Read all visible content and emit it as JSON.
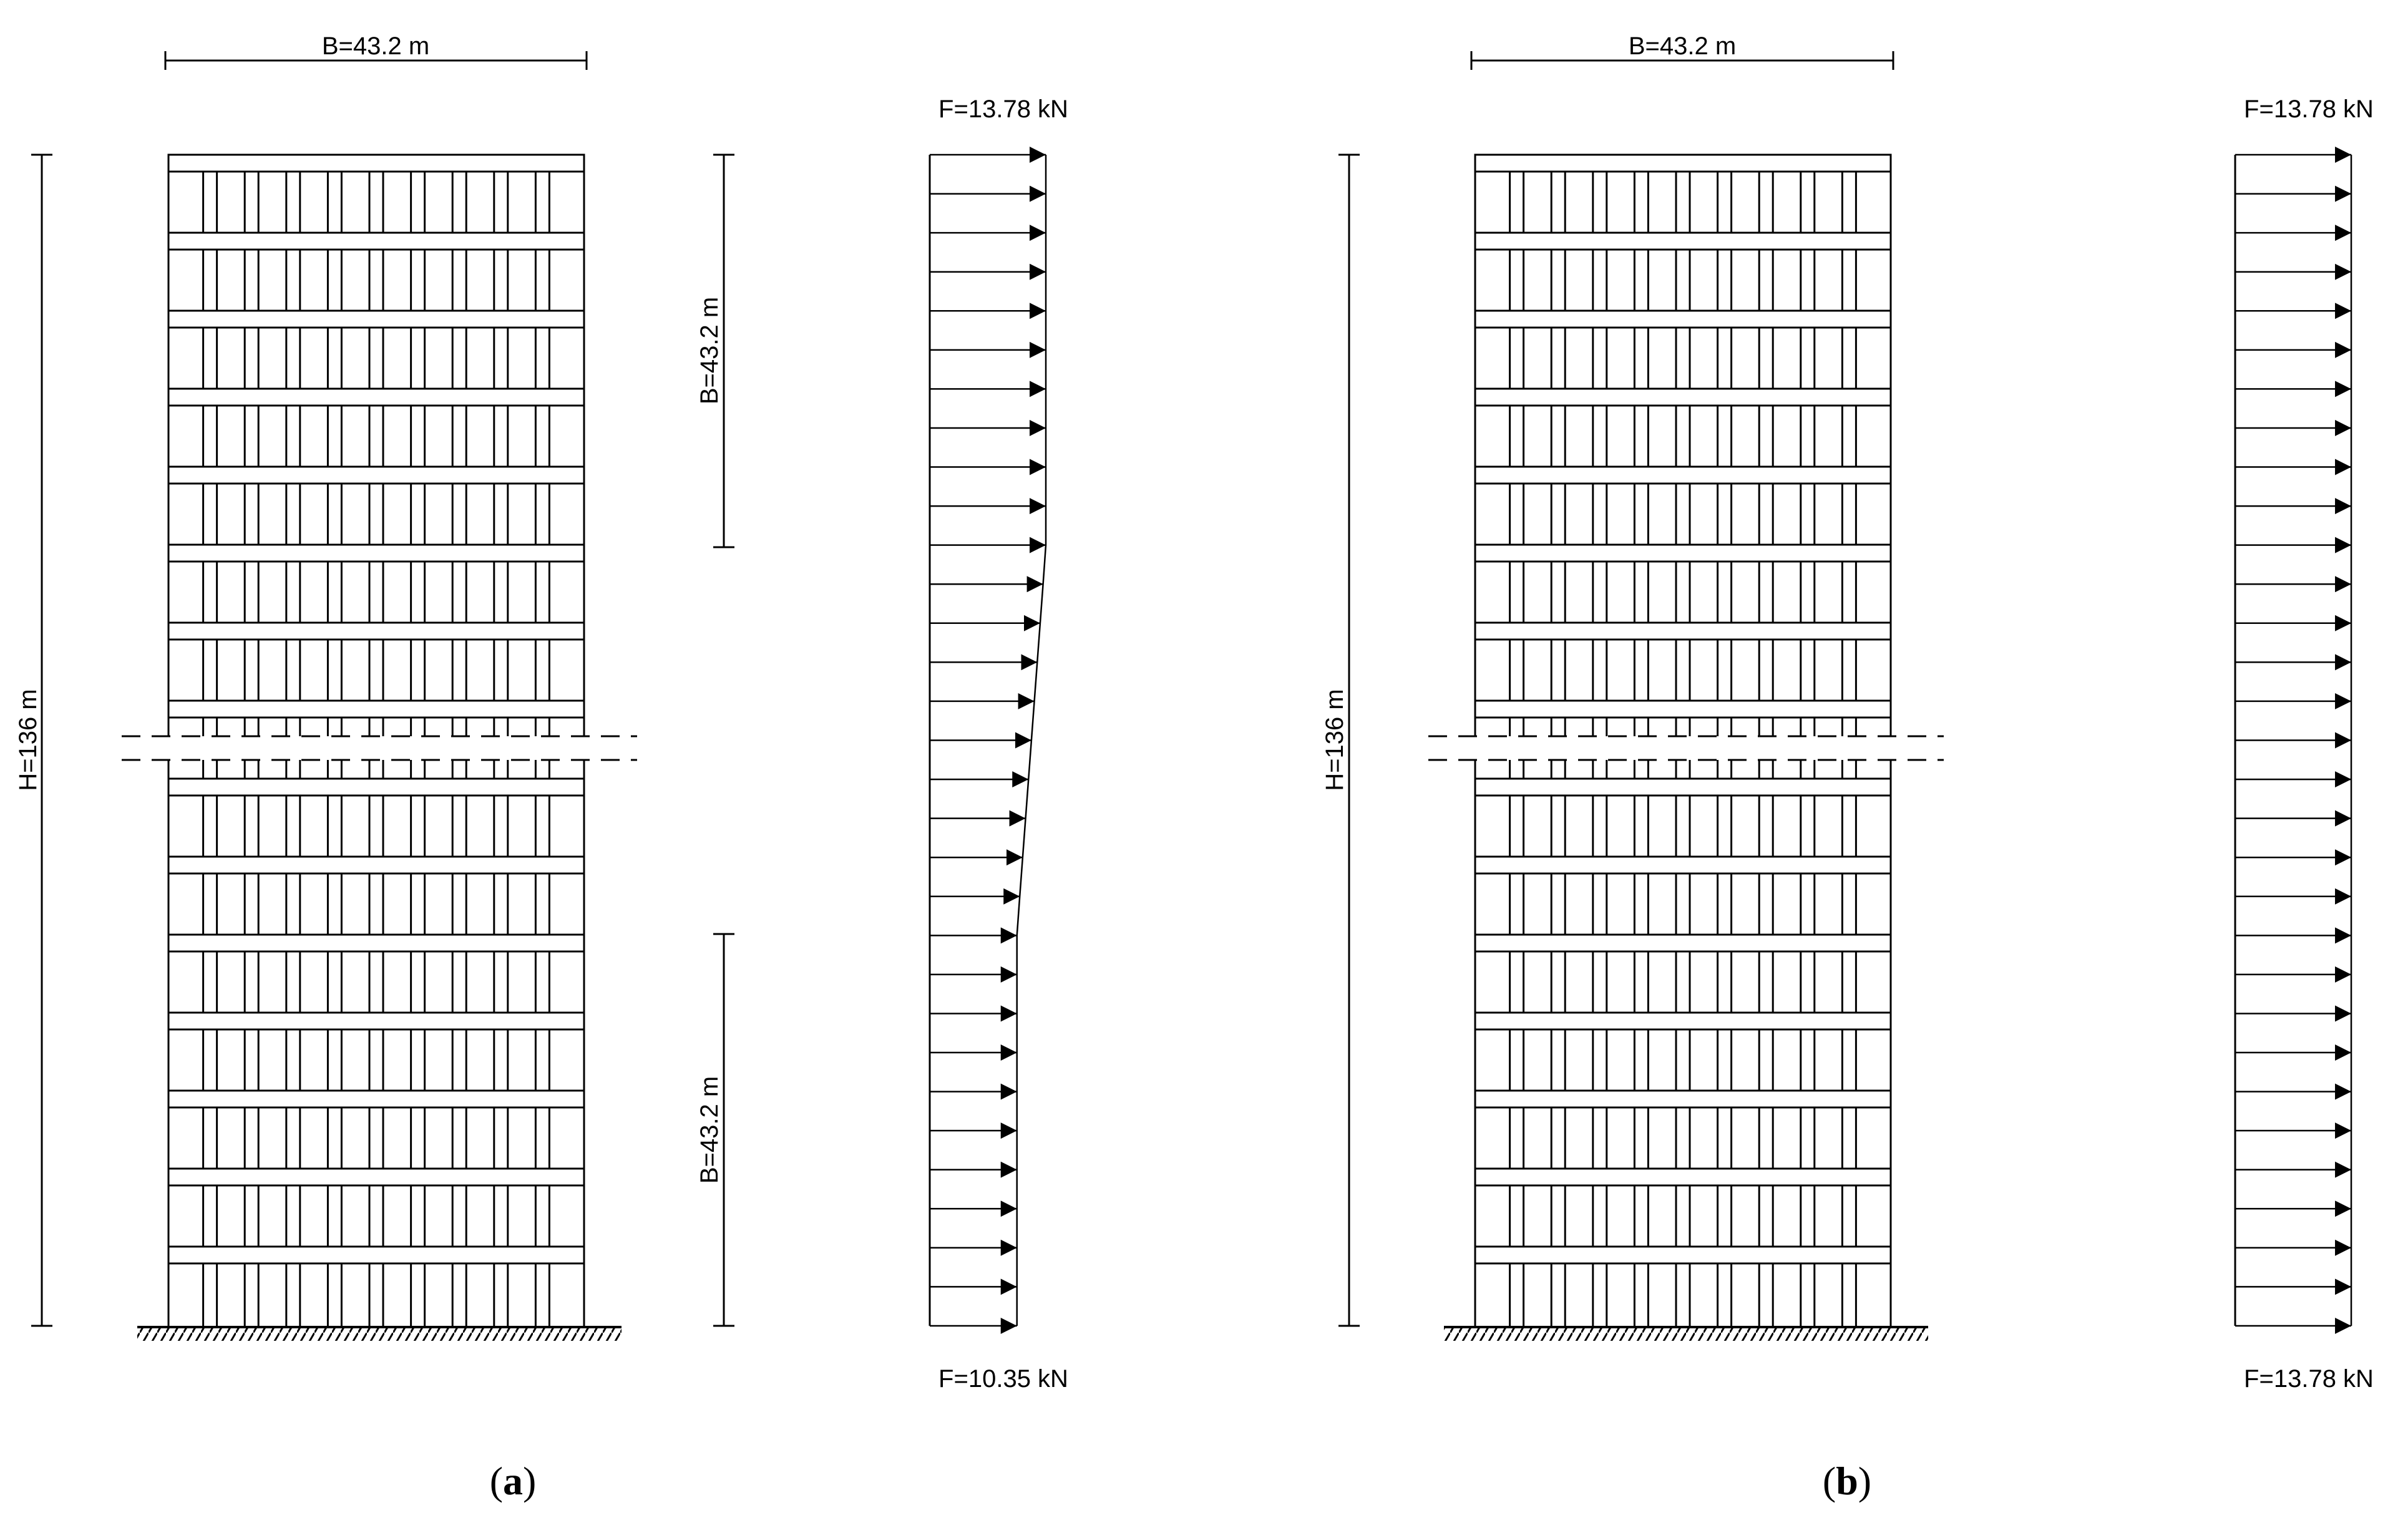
{
  "panels": [
    {
      "id": "a",
      "caption_open": "(",
      "caption_letter": "a",
      "caption_close": ")",
      "width_label": "B=43.2 m",
      "height_label": "H=136 m",
      "side_dims": [
        "B=43.2 m",
        "B=43.2 m"
      ],
      "load_top_label": "F=13.78 kN",
      "load_bottom_label": "F=10.35 kN",
      "load_top_kN": 13.78,
      "load_bottom_kN": 10.35,
      "load_profile": "uniform-top, linear-transition, uniform-bottom"
    },
    {
      "id": "b",
      "caption_open": "(",
      "caption_letter": "b",
      "caption_close": ")",
      "width_label": "B=43.2 m",
      "height_label": "H=136 m",
      "side_dims": [],
      "load_top_label": "F=13.78 kN",
      "load_bottom_label": "F=13.78 kN",
      "load_top_kN": 13.78,
      "load_bottom_kN": 13.78,
      "load_profile": "uniform"
    }
  ],
  "building": {
    "bays": 10,
    "visible_storeys": 15,
    "load_arrows": 31
  },
  "colors": {
    "line": "#000000",
    "background": "#ffffff"
  }
}
